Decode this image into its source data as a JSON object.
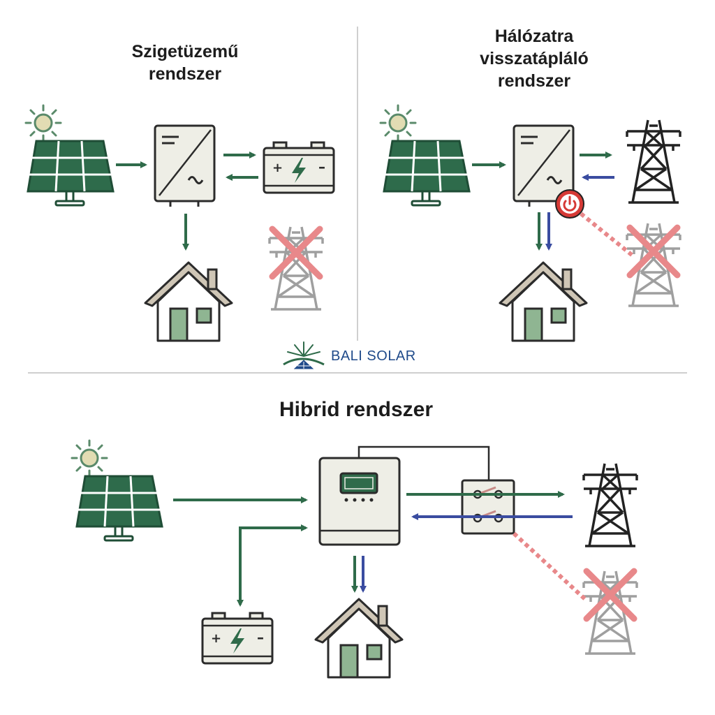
{
  "titles": {
    "off_grid": "Szigetüzemű rendszer",
    "off_grid_line1": "Szigetüzemű",
    "off_grid_line2": "rendszer",
    "grid_tied_line1": "Hálózatra",
    "grid_tied_line2": "visszatápláló",
    "grid_tied_line3": "rendszer",
    "hybrid": "Hibrid rendszer"
  },
  "brand": {
    "name": "BALI SOLAR"
  },
  "colors": {
    "green": "#2f6b4a",
    "panel_green": "#2e6b4b",
    "blue": "#3a4ca0",
    "red_cross": "#e8888a",
    "device_fill": "#eeeee6",
    "outline": "#222222",
    "sun": "#d9d3a8",
    "roof": "#cfc6b6",
    "door": "#8fb592",
    "divider": "#cfcfcf"
  },
  "icons": [
    "sun-icon",
    "solar-panel-icon",
    "inverter-icon",
    "battery-icon",
    "house-icon",
    "pylon-icon",
    "power-button-icon",
    "switch-box-icon",
    "logo-icon"
  ]
}
